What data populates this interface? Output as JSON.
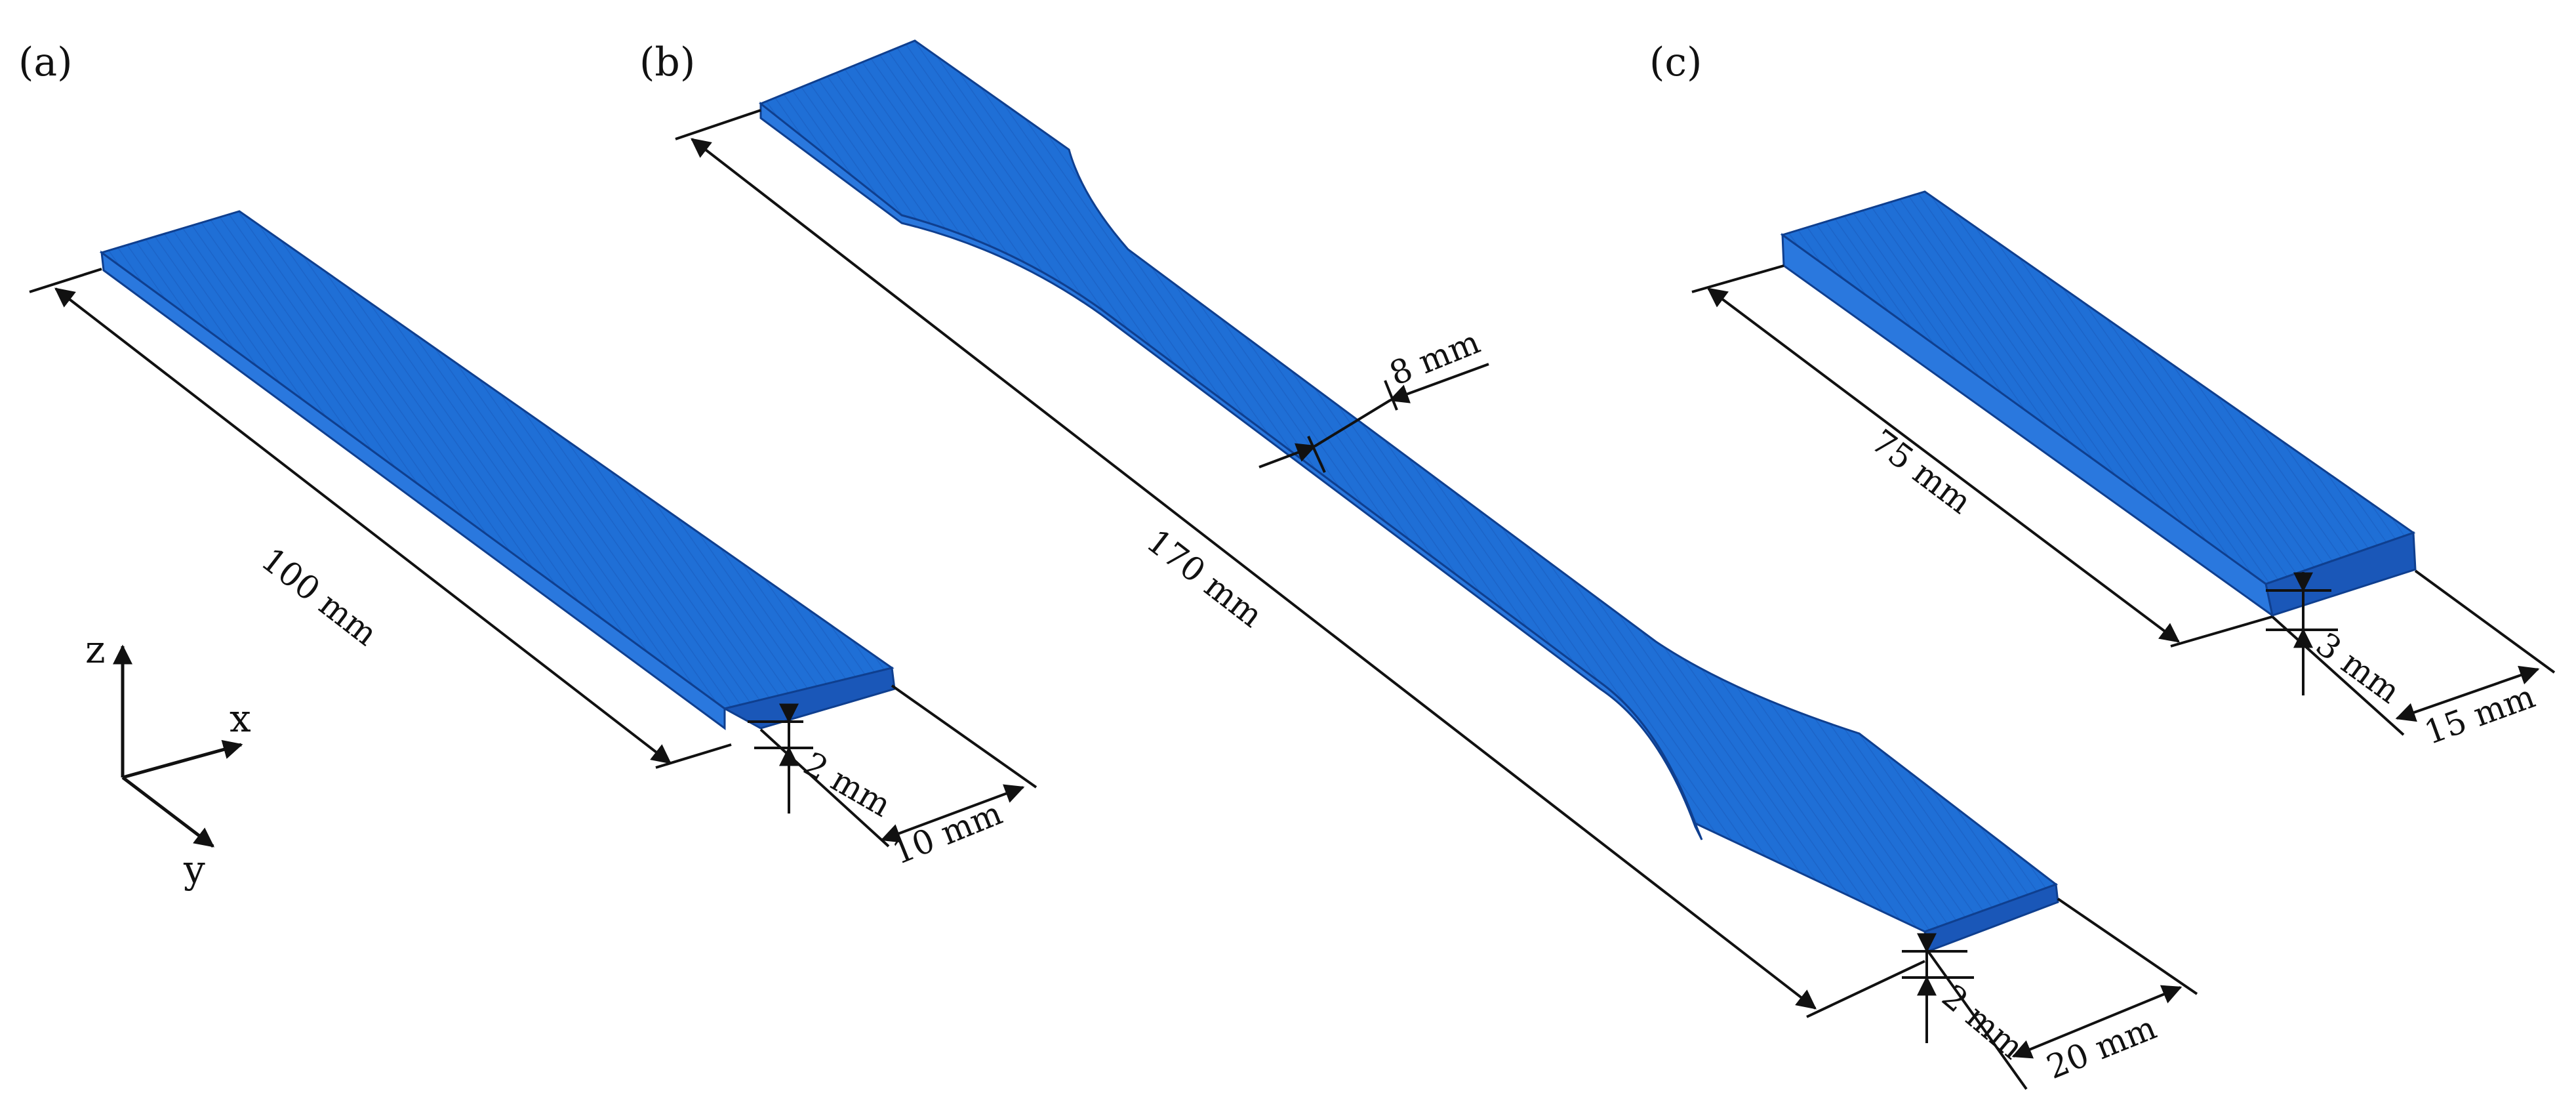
{
  "panels": {
    "a": {
      "label": "(a)",
      "length": "100 mm",
      "thickness": "2 mm",
      "width": "10 mm"
    },
    "b": {
      "label": "(b)",
      "length": "170 mm",
      "gauge_width": "8 mm",
      "thickness": "2 mm",
      "width": "20 mm"
    },
    "c": {
      "label": "(c)",
      "length": "75 mm",
      "thickness": "3 mm",
      "width": "15 mm"
    }
  },
  "axes": {
    "z": "z",
    "x": "x",
    "y": "y"
  },
  "colors": {
    "specimen_top": "#1f6fd6",
    "specimen_side": "#1a57b8",
    "specimen_front": "#2a78de",
    "specimen_edge": "#0f3f8f",
    "dimension_lines": "#111111"
  }
}
